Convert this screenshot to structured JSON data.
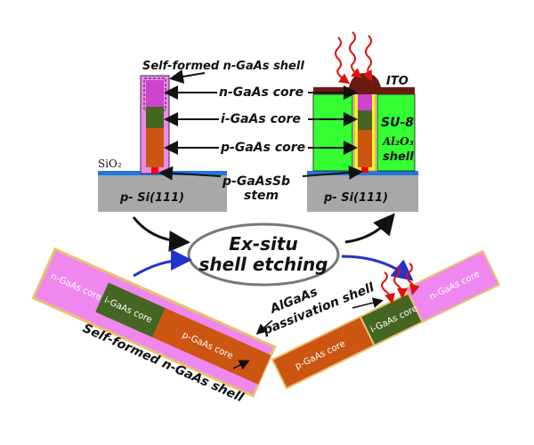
{
  "labels": {
    "self_formed_shell_top": "Self-formed n-GaAs shell",
    "n_core": "n-GaAs core",
    "i_core": "i-GaAs core",
    "p_core": "p-GaAs core",
    "stem_line1": "p-GaAsSb",
    "stem_line2": "stem",
    "sio2": "SiO₂",
    "substrate_left": "p- Si(111)",
    "substrate_right": "p- Si(111)",
    "ito": "ITO",
    "su8": "SU-8",
    "al2o3_line1": "Al₂O₃",
    "al2o3_line2": "shell",
    "etch_line1": "Ex-situ",
    "etch_line2": "shell etching",
    "algaas_line1": "AlGaAs",
    "algaas_line2": "passivation shell",
    "self_formed_shell_bottom": "Self-formed n-GaAs shell",
    "bl_n_core": "n-GaAs core",
    "bl_i_core": "i-GaAs core",
    "bl_p_core": "p-GaAs core",
    "br_n_core": "n-GaAs core",
    "br_i_core": "i-GaAs core",
    "br_p_core": "p-GaAs core"
  },
  "colors": {
    "pink_shell": "#ee88ee",
    "n_core": "#cc44cc",
    "i_core": "#446622",
    "p_core": "#cc5511",
    "su8": "#33ff33",
    "ito": "#6b1a10",
    "substrate": "#a8a8a8",
    "sio2": "#2277dd",
    "stem": "#ff0000",
    "algaas": "#e8c070",
    "blue_arrow": "#2233cc"
  }
}
